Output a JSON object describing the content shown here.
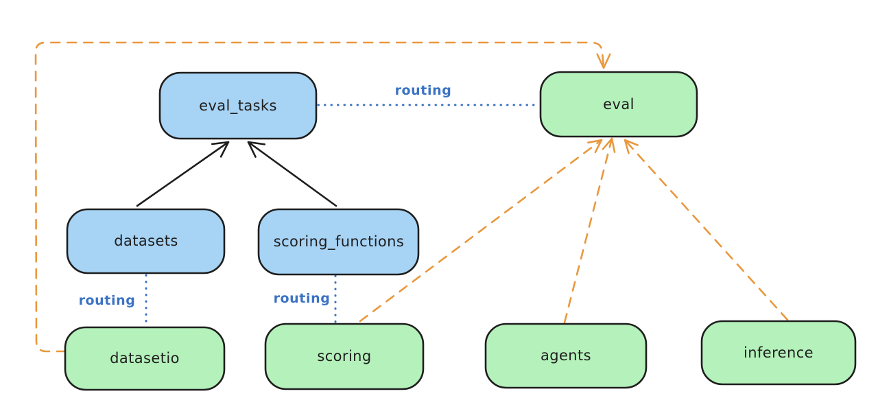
{
  "nodes": {
    "eval_tasks": {
      "label": "eval_tasks",
      "kind": "resource"
    },
    "eval": {
      "label": "eval",
      "kind": "api"
    },
    "datasets": {
      "label": "datasets",
      "kind": "resource"
    },
    "scoring_functions": {
      "label": "scoring_functions",
      "kind": "resource"
    },
    "datasetio": {
      "label": "datasetio",
      "kind": "api"
    },
    "scoring": {
      "label": "scoring",
      "kind": "api"
    },
    "agents": {
      "label": "agents",
      "kind": "api"
    },
    "inference": {
      "label": "inference",
      "kind": "api"
    }
  },
  "edge_labels": {
    "eval_tasks_to_eval": "routing",
    "datasets_to_datasetio": "routing",
    "scoring_functions_to_scoring": "routing"
  },
  "colors": {
    "resource_box_fill": "#a7d3f4",
    "api_box_fill": "#b5f1bb",
    "box_stroke": "#1e1e1e",
    "text": "#1e1e1e",
    "routing_line": "#3b72c4",
    "dependency_line": "#e9983e",
    "background": "#ffffff"
  }
}
